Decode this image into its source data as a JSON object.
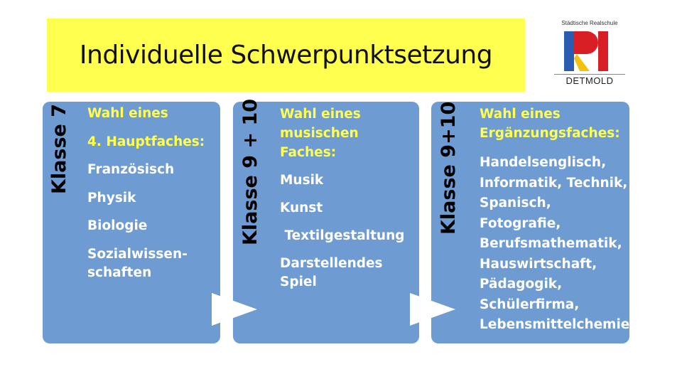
{
  "slide": {
    "title": "Individuelle Schwerpunktsetzung"
  },
  "logo": {
    "top_text": "Städtische Realschule",
    "bottom_text": "DETMOLD",
    "colors": {
      "blue": "#2a5db0",
      "red": "#d81f26",
      "yellow": "#f4c10e"
    }
  },
  "colors": {
    "title_bg": "#ffff4f",
    "card_bg": "#6e9bd1",
    "heading_text": "#ffff4f",
    "body_text": "#ffffff"
  },
  "cards": [
    {
      "label": "Klasse 7",
      "heading_1": "Wahl eines",
      "heading_2": "4. Hauptfaches:",
      "items": [
        "Französisch",
        "Physik",
        "Biologie",
        "Sozialwissen-\nschaften"
      ]
    },
    {
      "label": "Klasse 9 + 10",
      "heading_1": "Wahl eines",
      "heading_2": "musischen Faches:",
      "items": [
        "Musik",
        "Kunst",
        " Textilgestaltung",
        "Darstellendes Spiel"
      ]
    },
    {
      "label": "Klasse 9+10",
      "heading_1": "Wahl eines",
      "heading_2": "Ergänzungsfaches:",
      "items": [
        "Handelsenglisch,",
        "Informatik, Technik,",
        "Spanisch,",
        "Fotografie,",
        "Berufsmathematik,",
        "Hauswirtschaft,",
        "Pädagogik,",
        "Schülerfirma,",
        "Lebensmittelchemie"
      ]
    }
  ]
}
